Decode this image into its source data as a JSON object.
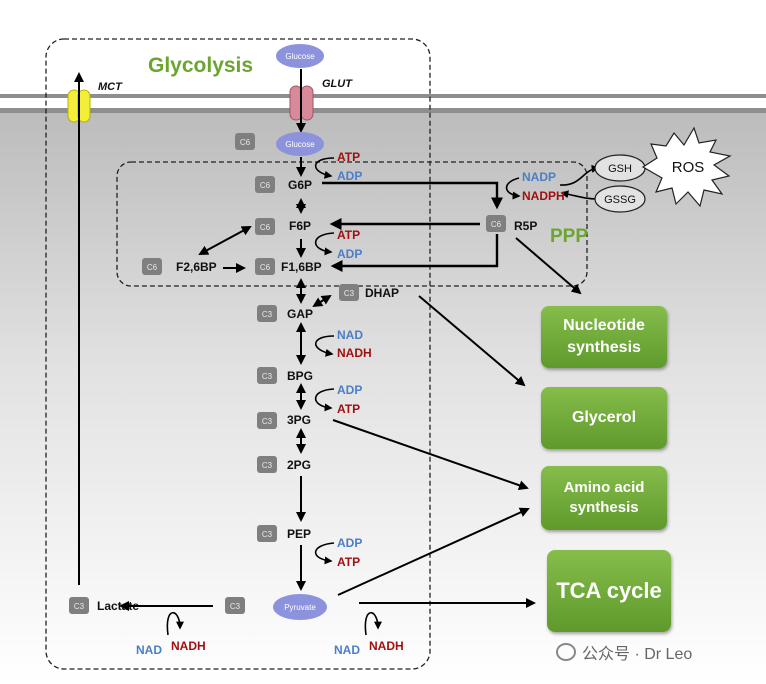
{
  "title": "Glycolysis",
  "ppp_label": "PPP",
  "transporters": {
    "mct": "MCT",
    "glut": "GLUT"
  },
  "glucose_outside": "Glucose",
  "glucose_inside": "Glucose",
  "pyruvate": "Pyruvate",
  "metabolites": {
    "g6p": "G6P",
    "f6p": "F6P",
    "f16bp": "F1,6BP",
    "f26bp": "F2,6BP",
    "r5p": "R5P",
    "dhap": "DHAP",
    "gap": "GAP",
    "bpg": "BPG",
    "pg3": "3PG",
    "pg2": "2PG",
    "pep": "PEP",
    "lactate": "Lactate"
  },
  "chips": {
    "c6": "C6",
    "c3": "C3"
  },
  "cofactors": {
    "atp_1": "ATP",
    "adp_1": "ADP",
    "atp_2": "ATP",
    "adp_2": "ADP",
    "nad_1": "NAD",
    "nadh_1": "NADH",
    "adp_3": "ADP",
    "atp_3": "ATP",
    "adp_4": "ADP",
    "atp_4": "ATP",
    "nadp": "NADP",
    "nadph": "NADPH",
    "nad_lac": "NAD",
    "nadh_lac": "NADH",
    "nad_pyr": "NAD",
    "nadh_pyr": "NADH"
  },
  "redox": {
    "gsh": "GSH",
    "gssg": "GSSG",
    "ros": "ROS"
  },
  "outputs": {
    "nucleotide": "Nucleotide synthesis",
    "glycerol": "Glycerol",
    "amino_acid": "Amino acid synthesis",
    "tca": "TCA cycle"
  },
  "watermark": "公众号 · Dr Leo",
  "colors": {
    "green_title": "#6aa52f",
    "blue_cofactor": "#4a7ec8",
    "red_cofactor": "#a01010",
    "glucose_fill": "#8c93dc",
    "chip_fill": "#7f7f7f",
    "box_green": "#6aa835",
    "transporter_pink": "#d98a9a",
    "transporter_yellow": "#f3ee3a"
  }
}
